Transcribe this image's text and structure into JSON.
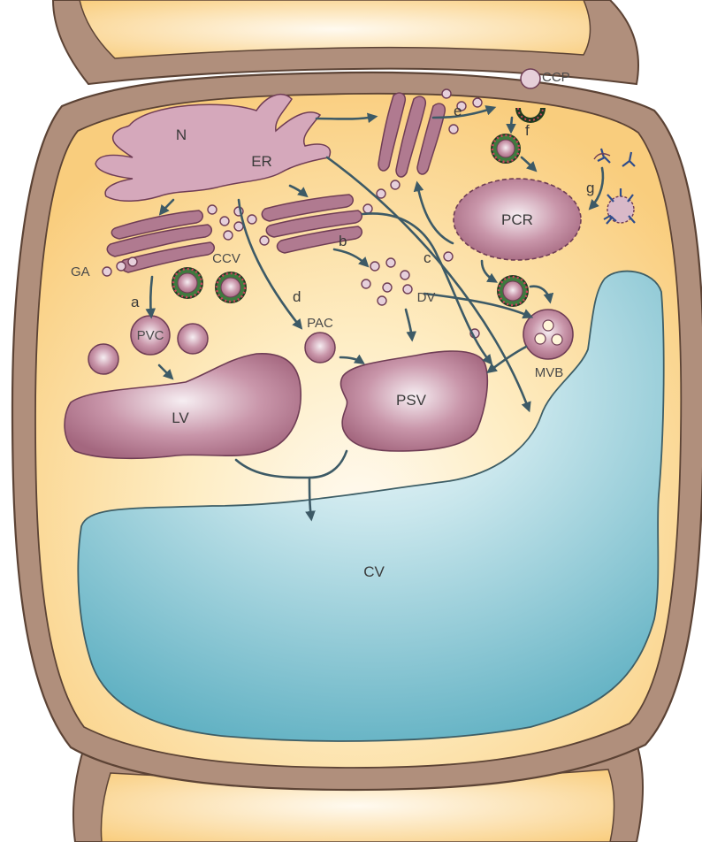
{
  "figure": {
    "labels": {
      "nucleus": "N",
      "er": "ER",
      "golgi": "GA",
      "ccv": "CCV",
      "ccp": "CCP",
      "pvc": "PVC",
      "pac": "PAC",
      "dv": "DV",
      "pcr": "PCR",
      "mvb": "MVB",
      "lv": "LV",
      "psv": "PSV",
      "cv": "CV"
    },
    "pathways": {
      "a": "a",
      "b": "b",
      "c": "c",
      "d": "d",
      "e": "e",
      "f": "f",
      "g": "g"
    },
    "colors": {
      "cell_wall": "#b08f7c",
      "cytoplasm": "#fcd98f",
      "vacuole": "#7ec1cf",
      "organelle": "#b5798f",
      "arrow": "#3d5a66",
      "receptor": "#2f4d8c"
    }
  }
}
